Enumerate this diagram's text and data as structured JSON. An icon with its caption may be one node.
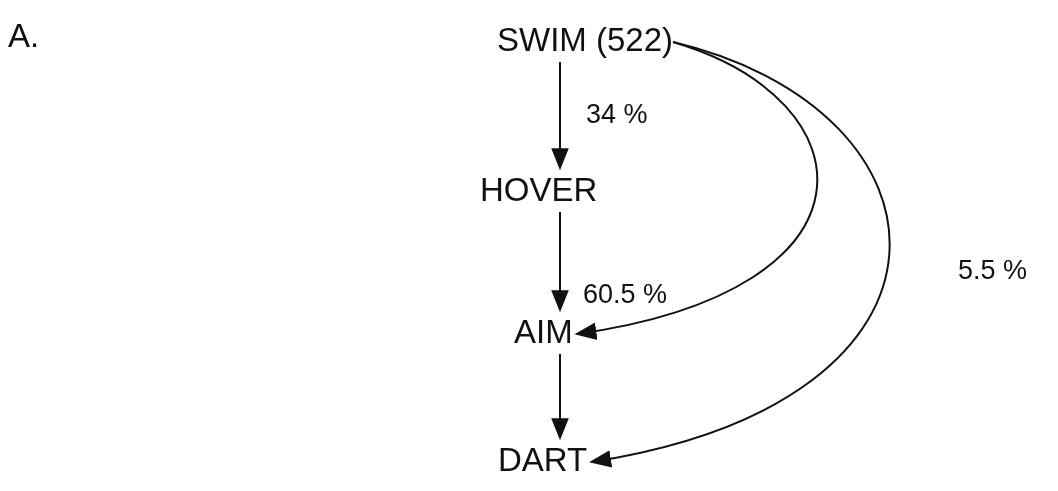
{
  "diagram": {
    "nodes": [
      {
        "text": [
          "SWIM (522)"
        ]
      },
      {
        "text": [
          "HOVER"
        ]
      },
      {
        "text": [
          "AIM"
        ]
      },
      {
        "text": [
          "DART"
        ]
      }
    ],
    "edges": [
      {
        "from": 0,
        "to": 1,
        "arrow": "to",
        "label": "34 %"
      },
      {
        "from": 1,
        "to": 2,
        "arrow": "to"
      },
      {
        "from": 2,
        "to": 3,
        "arrow": "to"
      },
      {
        "from": 0,
        "to": 2,
        "arrow": "to",
        "label": "60.5 %"
      },
      {
        "from": 0,
        "to": 3,
        "arrow": "to",
        "label": "5.5 %"
      }
    ],
    "labels": [
      "A."
    ]
  }
}
